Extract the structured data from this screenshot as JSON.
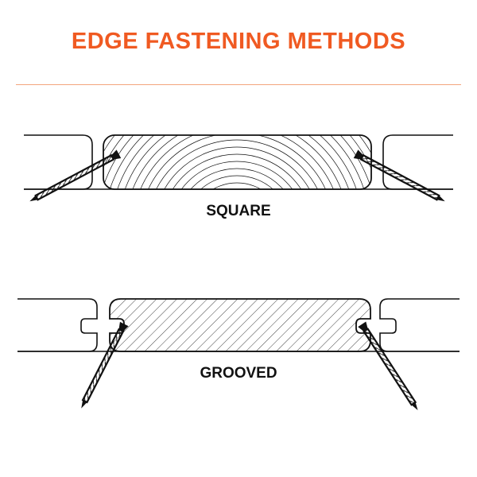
{
  "header": {
    "title": "EDGE FASTENING METHODS"
  },
  "colors": {
    "accent": "#f05a22",
    "rule": "#f3a57e",
    "ink": "#111111"
  },
  "diagrams": {
    "square": {
      "label": "SQUARE",
      "icon": "square-edge-board-icon"
    },
    "grooved": {
      "label": "GROOVED",
      "icon": "grooved-edge-board-icon"
    }
  }
}
